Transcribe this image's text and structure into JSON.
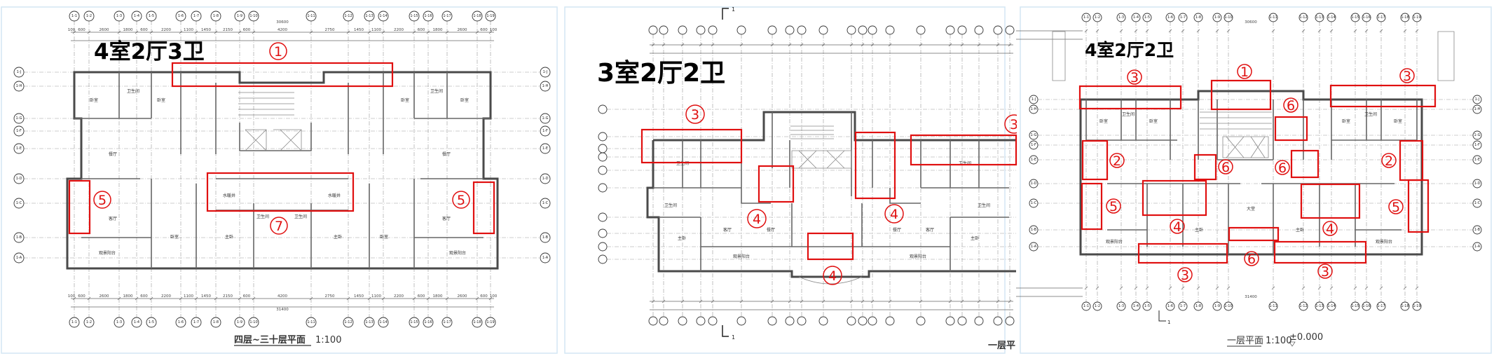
{
  "panels": [
    {
      "title": "4室2厅3卫",
      "caption": "四层~三十层平面",
      "scale": "1:100",
      "top_total": "30600",
      "bottom_total": "31400",
      "columns": [
        "1-1",
        "1-2",
        "1-3",
        "1-4",
        "1-5",
        "1-6",
        "1-7",
        "1-8",
        "1-9",
        "1-10",
        "1-11",
        "1-12",
        "1-13",
        "1-14",
        "1-15",
        "1-16",
        "1-17",
        "1-18",
        "1-19"
      ],
      "rows": [
        "1-J",
        "1-H",
        "1-G",
        "1-F",
        "1-E",
        "1-D",
        "1-C",
        "1-B",
        "1-A"
      ],
      "top_dims": [
        "100",
        "600",
        "2600",
        "1800",
        "600",
        "2200",
        "1100",
        "1450",
        "2150",
        "600",
        "4200",
        "2750",
        "1450",
        "1100",
        "2200",
        "600",
        "1800",
        "2600",
        "600",
        "100"
      ],
      "rooms": [
        "卧室",
        "卫生间",
        "卧室",
        "餐厅",
        "客厅",
        "观景阳台",
        "卧室",
        "主卧",
        "卫生间",
        "水暖井",
        "卫生间",
        "水暖井",
        "主卧",
        "卧室",
        "卧室",
        "卫生间",
        "卧室",
        "餐厅",
        "客厅",
        "观景阳台"
      ],
      "markers": [
        "1",
        "7",
        "5",
        "5"
      ]
    },
    {
      "title": "3室2厅2卫",
      "caption": "一层平",
      "section_mark": "1",
      "markers": [
        "3",
        "3",
        "4",
        "4",
        "4"
      ],
      "rooms": [
        "卫生间",
        "卫生间",
        "卫生间",
        "卫生间",
        "客厅",
        "客厅",
        "餐厅",
        "餐厅",
        "主卧",
        "主卧",
        "观景阳台",
        "观景阳台"
      ]
    },
    {
      "title": "4室2厅2卫",
      "caption": "一层平面",
      "scale": "1:100",
      "elevation": "±0.000",
      "section_mark": "1",
      "top_total": "30600",
      "bottom_total": "31400",
      "columns": [
        "1-1",
        "1-2",
        "1-3",
        "1-4",
        "1-5",
        "1-6",
        "1-7",
        "1-8",
        "1-9",
        "1-10",
        "1-11",
        "1-12",
        "1-13",
        "1-14",
        "1-15",
        "1-16",
        "1-17",
        "1-18",
        "1-19"
      ],
      "rows": [
        "1-J",
        "1-H",
        "1-G",
        "1-F",
        "1-E",
        "1-D",
        "1-C",
        "1-B",
        "1-A"
      ],
      "rooms": [
        "卧室",
        "卫生间",
        "卧室",
        "大堂",
        "卧室",
        "卫生间",
        "卧室",
        "主卧",
        "主卧",
        "观景阳台",
        "观景阳台"
      ],
      "markers": [
        "1",
        "3",
        "3",
        "6",
        "2",
        "2",
        "6",
        "6",
        "5",
        "5",
        "4",
        "4",
        "6",
        "3",
        "3"
      ]
    }
  ],
  "colors": {
    "highlight": "#e01010",
    "frame": "#d4e6f4"
  }
}
